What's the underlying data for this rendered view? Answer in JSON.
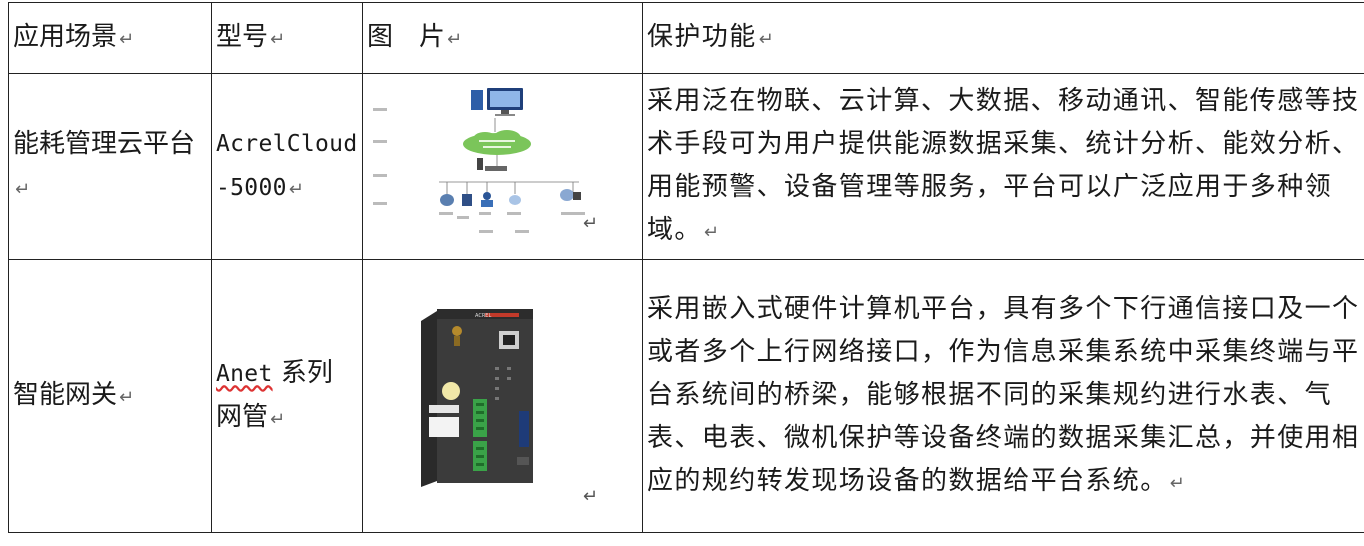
{
  "paragraph_mark": "↵",
  "header": {
    "scene": "应用场景",
    "model": "型号",
    "picture": "图　片",
    "function": "保护功能"
  },
  "rows": [
    {
      "scene": "能耗管理云平台",
      "model": "AcrelCloud-5000",
      "image_icon": "cloud-platform-diagram",
      "function": "采用泛在物联、云计算、大数据、移动通讯、智能传感等技术手段可为用户提供能源数据采集、统计分析、能效分析、用能预警、设备管理等服务，平台可以广泛应用于多种领域。"
    },
    {
      "scene": "智能网关",
      "model_part1": "Anet",
      "model_part2": "系列网管",
      "image_icon": "gateway-device-photo",
      "device_brand": "ACREL",
      "function": "采用嵌入式硬件计算机平台，具有多个下行通信接口及一个或者多个上行网络接口，作为信息采集系统中采集终端与平台系统间的桥梁，能够根据不同的采集规约进行水表、气表、电表、微机保护等设备终端的数据采集汇总，并使用相应的规约转发现场设备的数据给平台系统。"
    }
  ],
  "colors": {
    "border": "#222222",
    "cloud_green": "#7bc55a",
    "device_body": "#3b3b3b",
    "terminal_green": "#3aa348",
    "spellcheck_red": "#d33333"
  }
}
